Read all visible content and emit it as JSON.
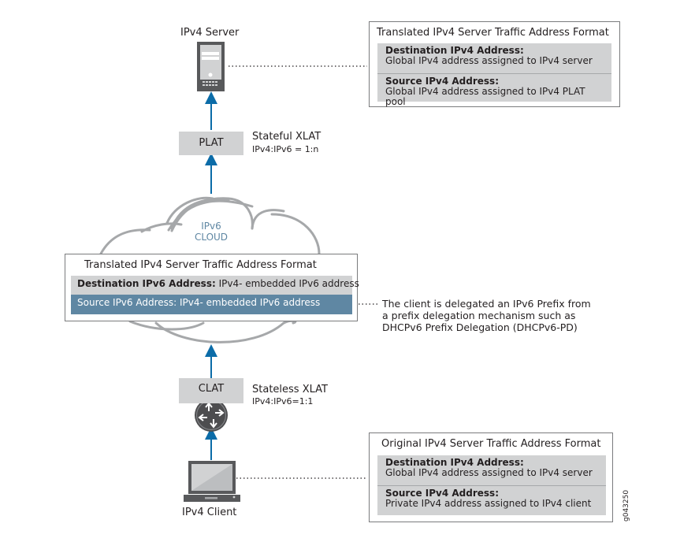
{
  "server": {
    "label": "IPv4 Server"
  },
  "plat": {
    "label": "PLAT",
    "title": "Stateful XLAT",
    "ratio": "IPv4:IPv6 = 1:n"
  },
  "cloud": {
    "line1": "IPv6",
    "line2": "CLOUD"
  },
  "clat": {
    "label": "CLAT",
    "title": "Stateless XLAT",
    "ratio": "IPv4:IPv6=1:1"
  },
  "client": {
    "label": "IPv4 Client"
  },
  "top_panel": {
    "title": "Translated IPv4 Server Traffic Address Format",
    "rows": [
      {
        "heading": "Destination IPv4 Address:",
        "text": "Global IPv4 address assigned to IPv4 server"
      },
      {
        "heading": "Source IPv4 Address:",
        "text": "Global IPv4 address assigned to IPv4 PLAT pool"
      }
    ]
  },
  "mid_panel": {
    "title": "Translated IPv4 Server Traffic Address Format",
    "rows": [
      {
        "heading": "Destination IPv6 Address:",
        "text": " IPv4- embedded IPv6 address"
      },
      {
        "heading": "Source IPv6 Address:",
        "text": " IPv4- embedded IPv6 address"
      }
    ]
  },
  "delegation_note": {
    "lines": [
      "The client is delegated an IPv6 Prefix from",
      "a prefix delegation mechanism such as",
      "DHCPv6 Prefix Delegation (DHCPv6-PD)"
    ]
  },
  "bottom_panel": {
    "title": "Original IPv4 Server Traffic Address Format",
    "rows": [
      {
        "heading": "Destination IPv4 Address:",
        "text": "Global IPv4 address assigned to IPv4 server"
      },
      {
        "heading": "Source IPv4 Address:",
        "text": "Private IPv4 address assigned to IPv4 client"
      }
    ]
  },
  "figure_id": "g043250",
  "colors": {
    "arrow": "#0b6ca8",
    "accent_row": "#5f87a3",
    "gray_fill": "#d1d2d3",
    "cloud_outline": "#a6a8aa"
  }
}
